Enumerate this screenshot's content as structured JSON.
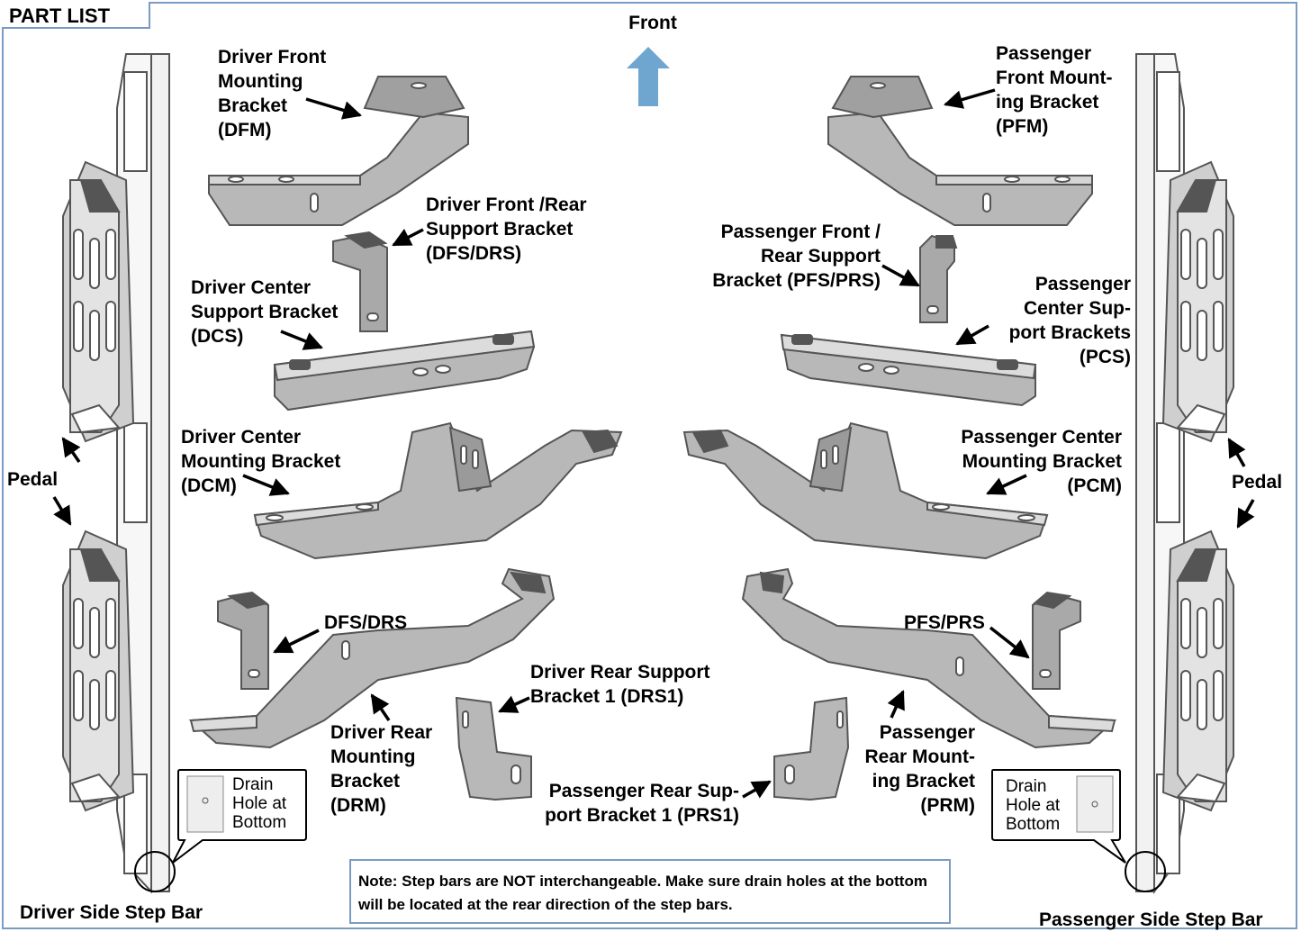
{
  "title": "PART LIST",
  "front_label": "Front",
  "colors": {
    "border": "#7a9cc4",
    "arrow_front": "#6ea6cf",
    "part_fill": "#b8b8b8",
    "part_dark": "#8a8a8a",
    "stroke": "#555555"
  },
  "left_labels": {
    "dfm": "Driver Front\nMounting\nBracket\n(DFM)",
    "dfs": "Driver Front /Rear\nSupport Bracket\n(DFS/DRS)",
    "dcs": "Driver Center\nSupport Bracket\n(DCS)",
    "dcm": "Driver Center\nMounting Bracket\n(DCM)",
    "dfs2": "DFS/DRS",
    "drm": "Driver Rear\nMounting\nBracket\n(DRM)",
    "drs1": "Driver Rear Support\nBracket 1 (DRS1)",
    "pedal": "Pedal",
    "bar": "Driver Side Step Bar"
  },
  "right_labels": {
    "pfm": "Passenger\nFront Mount-\ning Bracket\n(PFM)",
    "pfs": "Passenger Front /\nRear Support\nBracket (PFS/PRS)",
    "pcs": "Passenger\nCenter Sup-\nport Brackets\n(PCS)",
    "pcm": "Passenger Center\nMounting Bracket\n(PCM)",
    "pfs2": "PFS/PRS",
    "prm": "Passenger\nRear Mount-\ning Bracket\n(PRM)",
    "prs1": "Passenger Rear Sup-\nport Bracket 1 (PRS1)",
    "pedal": "Pedal",
    "bar": "Passenger Side Step Bar"
  },
  "drain_callout": "Drain\nHole at\nBottom",
  "note": "Note: Step bars are NOT interchangeable. Make sure drain holes at the bottom will be located at the rear direction of the step bars."
}
